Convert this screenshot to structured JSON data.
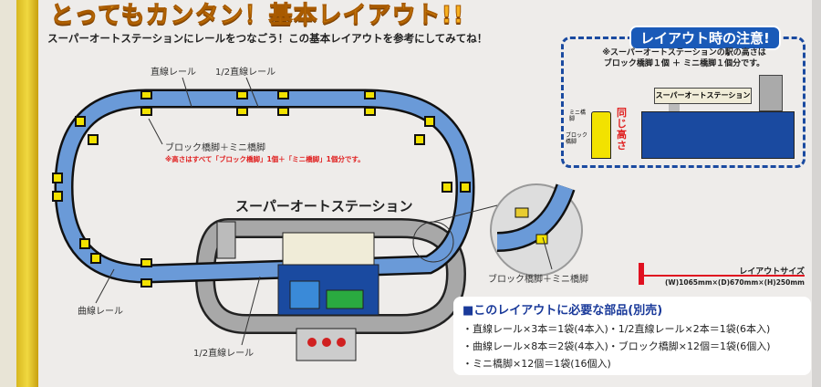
{
  "header": {
    "title": "とってもカンタン！基本レイアウト!!",
    "subtitle": "スーパーオートステーションにレールをつなごう！この基本レイアウトを参考にしてみてね！"
  },
  "diagram": {
    "label_straight": "直線レール",
    "label_half_straight_top": "1/2直線レール",
    "label_pier_top": "ブロック橋脚＋ミニ橋脚",
    "note_height": "※高さはすべて「ブロック橋脚」1個＋「ミニ橋脚」1個分です。",
    "station_name": "スーパーオートステーション",
    "label_curve": "曲線レール",
    "label_half_straight_bottom": "1/2直線レール",
    "label_pier_zoom": "ブロック橋脚＋ミニ橋脚"
  },
  "notice": {
    "title": "レイアウト時の注意!",
    "text_line1": "※スーパーオートステーションの駅の高さは",
    "text_line2": "ブロック橋脚１個 ＋ ミニ橋脚１個分です。",
    "mini_label": "ミニ橋脚",
    "block_label": "ブロック橋脚",
    "same_height": "同じ高さ",
    "station_sign": "スーパーオートステーション"
  },
  "layout_size": {
    "title": "レイアウトサイズ",
    "value": "(W)1065mm×(D)670mm×(H)250mm"
  },
  "parts": {
    "heading": "■このレイアウトに必要な部品(別売)",
    "items": [
      "・直線レール×3本＝1袋(4本入)・1/2直線レール×2本＝1袋(6本入)",
      "・曲線レール×8本＝2袋(4本入)・ブロック橋脚×12個＝1袋(6個入)",
      "・ミニ橋脚×12個＝1袋(16個入)"
    ]
  },
  "colors": {
    "track": "#6a9ad8",
    "pier": "#f2e200",
    "accent": "#1a4aa0",
    "title": "#f6b020"
  }
}
